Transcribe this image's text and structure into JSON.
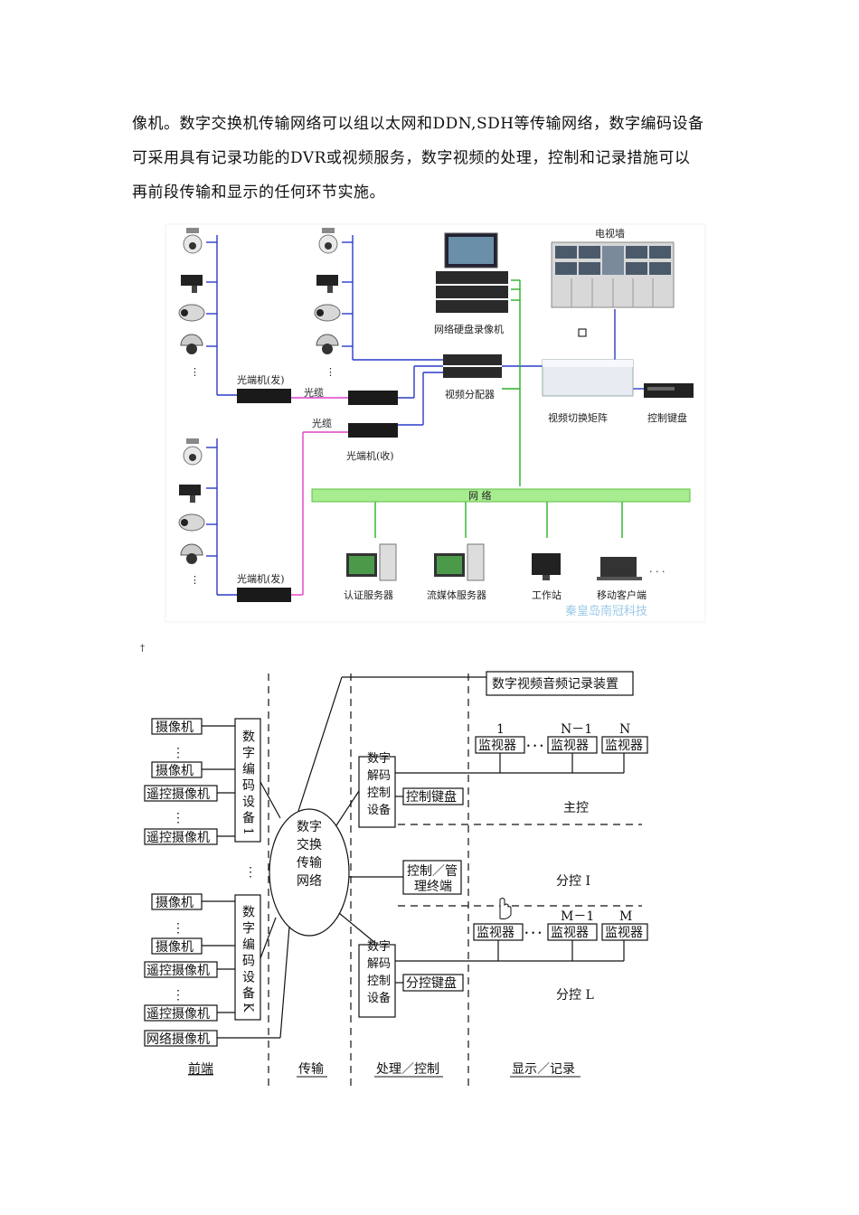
{
  "paragraph": {
    "lines": [
      "像机。数字交换机传输网络可以组以太网和DDN,SDH等传输网络，数字编码设备",
      "可采用具有记录功能的DVR或视频服务，数字视频的处理，控制和记录措施可以",
      "再前段传输和显示的任何环节实施。"
    ]
  },
  "diagram1": {
    "tv_wall": "电视墙",
    "nvr": "网络硬盘录像机",
    "video_distributor": "视频分配器",
    "switch_matrix": "视频切换矩阵",
    "control_keyboard": "控制键盘",
    "optical_tx_1": "光端机(发)",
    "optical_tx_2": "光端机(发)",
    "optical_rx": "光端机(收)",
    "fiber_1": "光缆",
    "fiber_2": "光缆",
    "network": "网        络",
    "auth_server": "认证服务器",
    "stream_server": "流媒体服务器",
    "workstation": "工作站",
    "mobile_client": "移动客户端",
    "ellipsis": "· · ·",
    "watermark": "秦皇岛南冠科技"
  },
  "diagram2": {
    "recorder": "数字视频音频记录装置",
    "camera": "摄像机",
    "remote_camera": "遥控摄像机",
    "network_camera": "网络摄像机",
    "encoder_1": "数字编码设备1",
    "encoder_k": "数字编码设备K",
    "switch_network": [
      "数字",
      "交换",
      "传输",
      "网络"
    ],
    "decoder": "数字解码控制设备",
    "control_keyboard": "控制键盘",
    "sub_keyboard": "分控键盘",
    "terminal_line1": "控制／管",
    "terminal_line2": "理终端",
    "monitor": "监视器",
    "top_labels": [
      "1",
      "N－1",
      "N"
    ],
    "bottom_labels": [
      "M－1",
      "M"
    ],
    "main_control": "主控",
    "sub_control_1": "分控 I",
    "sub_control_l": "分控 L",
    "col_front": "前端",
    "col_transmission": "传输",
    "col_processing": "处理／控制",
    "col_display": "显示／记录",
    "dots": "⋮",
    "hdots": "• • •"
  }
}
